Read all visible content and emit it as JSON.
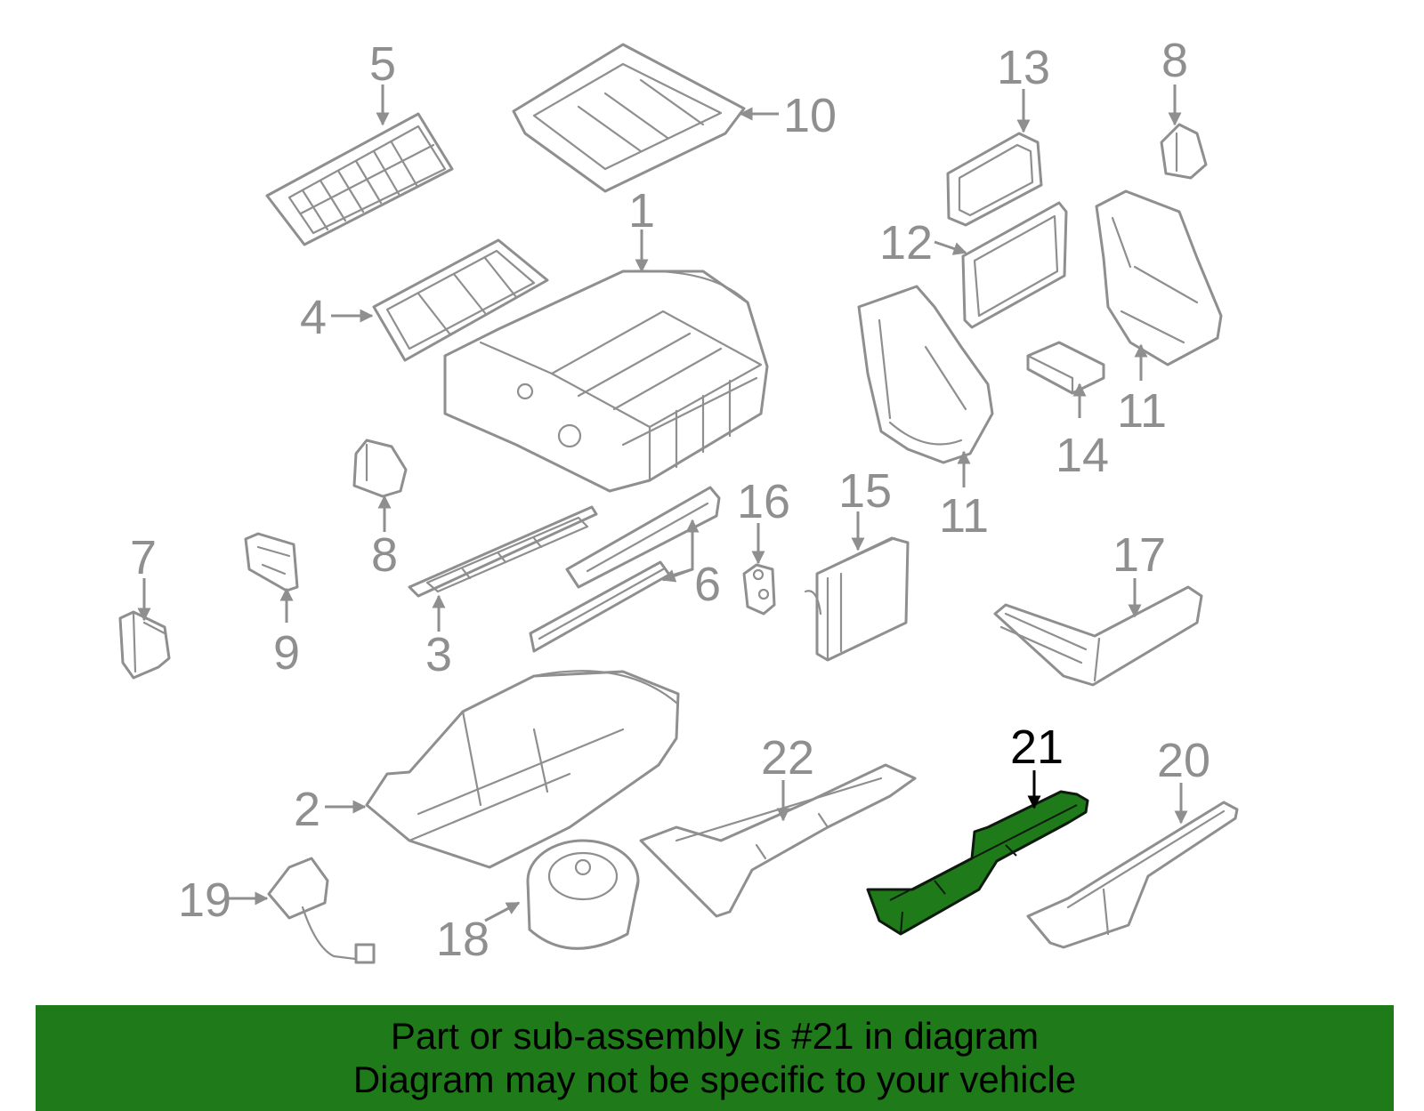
{
  "diagram": {
    "highlight_color": "#1f7a1a",
    "line_color": "#8f8f8f",
    "callouts": {
      "c1": "1",
      "c2": "2",
      "c3": "3",
      "c4": "4",
      "c5": "5",
      "c6": "6",
      "c7": "7",
      "c8a": "8",
      "c8b": "8",
      "c9": "9",
      "c10": "10",
      "c11a": "11",
      "c11b": "11",
      "c12": "12",
      "c13": "13",
      "c14": "14",
      "c15": "15",
      "c16": "16",
      "c17": "17",
      "c18": "18",
      "c19": "19",
      "c20": "20",
      "c21": "21",
      "c22": "22"
    }
  },
  "banner": {
    "line1": "Part or sub-assembly is #21 in diagram",
    "line2": "Diagram may not be specific to your vehicle"
  }
}
